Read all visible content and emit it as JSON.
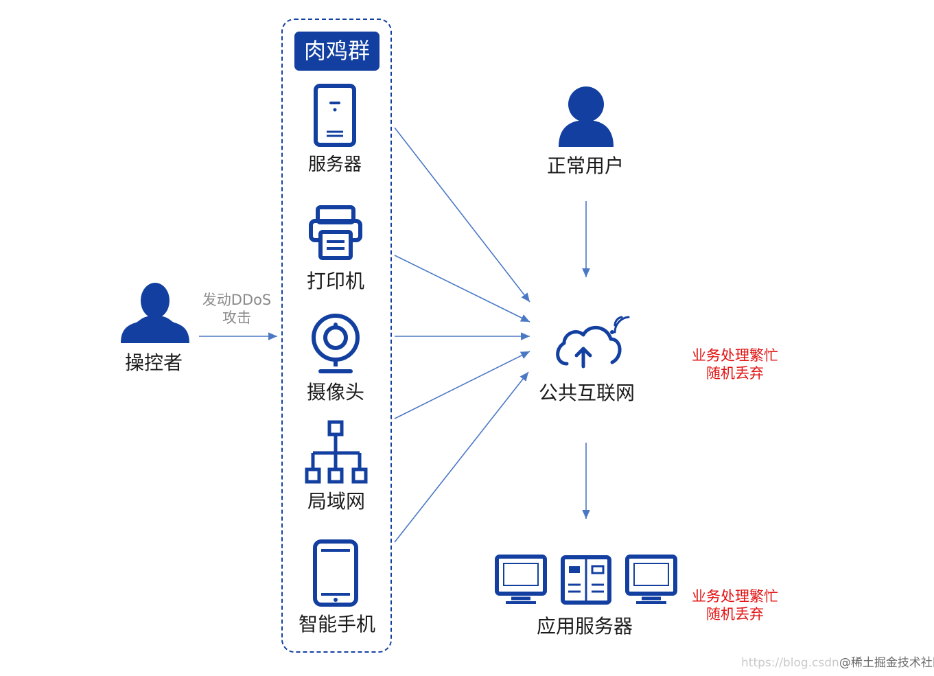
{
  "controller": {
    "label": "操控者"
  },
  "attack": {
    "line1": "发动DDoS",
    "line2": "攻击"
  },
  "botnet": {
    "title": "肉鸡群",
    "devices": [
      {
        "label": "服务器",
        "icon": "server-tower-icon"
      },
      {
        "label": "打印机",
        "icon": "printer-icon"
      },
      {
        "label": "摄像头",
        "icon": "webcam-icon"
      },
      {
        "label": "局域网",
        "icon": "lan-topology-icon"
      },
      {
        "label": "智能手机",
        "icon": "smartphone-icon"
      }
    ]
  },
  "normal_user": {
    "label": "正常用户"
  },
  "internet": {
    "label": "公共互联网"
  },
  "app_servers": {
    "label": "应用服务器"
  },
  "busy_notes": [
    {
      "line1": "业务处理繁忙",
      "line2": "随机丢弃"
    },
    {
      "line1": "业务处理繁忙",
      "line2": "随机丢弃"
    }
  ],
  "watermark": {
    "url": "https://blog.csdn",
    "site": "@稀土掘金技术社区"
  },
  "colors": {
    "icon_blue": "#1340a0",
    "arrow_blue": "#4a78c4",
    "alert_red": "#e21414"
  }
}
